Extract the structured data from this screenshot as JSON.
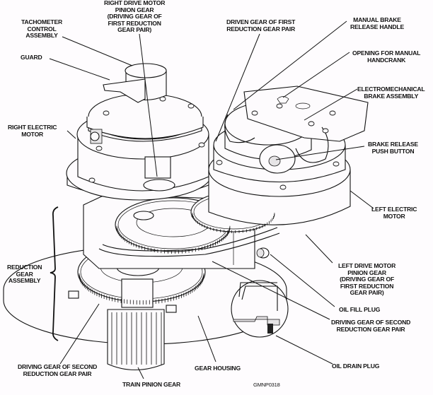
{
  "figure": {
    "figure_code": "GMNP0318",
    "subject": "Dual electric motor drive with reduction gear assembly",
    "labels": {
      "tachometer": "TACHOMETER\nCONTROL\nASSEMBLY",
      "guard": "GUARD",
      "right_drive_pinion": "RIGHT DRIVE MOTOR\nPINION GEAR\n(DRIVING GEAR OF\nFIRST REDUCTION\nGEAR PAIR)",
      "driven_gear_first": "DRIVEN GEAR OF FIRST\nREDUCTION GEAR PAIR",
      "manual_brake_handle": "MANUAL BRAKE\nRELEASE HANDLE",
      "opening_handcrank": "OPENING FOR MANUAL\nHANDCRANK",
      "electromech_brake": "ELECTROMECHANICAL\nBRAKE ASSEMBLY",
      "right_motor": "RIGHT ELECTRIC\nMOTOR",
      "brake_push_button": "BRAKE RELEASE\nPUSH BUTTON",
      "left_motor": "LEFT ELECTRIC\nMOTOR",
      "reduction_gear_assembly": "REDUCTION\nGEAR\nASSEMBLY",
      "left_drive_pinion": "LEFT DRIVE MOTOR\nPINION GEAR\n(DRIVING GEAR OF\nFIRST REDUCTION\nGEAR PAIR)",
      "oil_fill_plug": "OIL FILL PLUG",
      "driving_gear_second_right": "DRIVING GEAR OF SECOND\nREDUCTION GEAR PAIR",
      "oil_drain_plug": "OIL DRAIN PLUG",
      "driving_gear_second_left": "DRIVING GEAR OF SECOND\nREDUCTION GEAR PAIR",
      "gear_housing": "GEAR HOUSING",
      "train_pinion_gear": "TRAIN PINION GEAR"
    }
  }
}
